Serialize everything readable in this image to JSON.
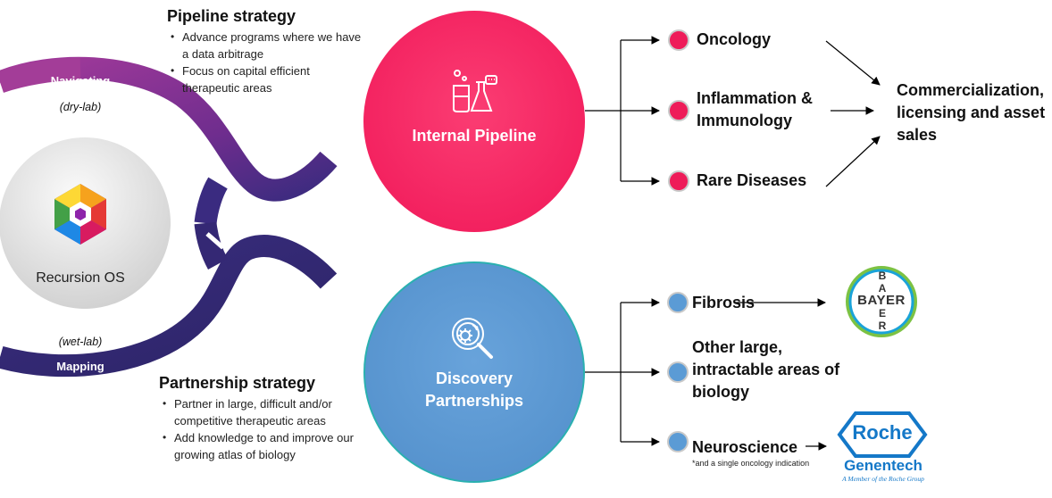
{
  "pipeline_strategy": {
    "title": "Pipeline strategy",
    "bullets": [
      "Advance programs where we have a data arbitrage",
      "Focus on capital efficient therapeutic areas"
    ]
  },
  "partnership_strategy": {
    "title": "Partnership strategy",
    "bullets": [
      "Partner in large, difficult and/or competitive therapeutic areas",
      "Add knowledge to and improve our growing atlas of biology"
    ]
  },
  "os_diagram": {
    "top_label": "Navigating",
    "top_note": "(dry-lab)",
    "bottom_label": "Mapping",
    "bottom_note": "(wet-lab)",
    "center_label": "Recursion OS"
  },
  "internal_pipeline": {
    "label": "Internal Pipeline",
    "color": "#fa2a64",
    "areas": [
      "Oncology",
      "Inflammation &",
      "Immunology",
      "Rare Diseases"
    ],
    "outcome_line1": "Commercialization,",
    "outcome_line2": "licensing and asset",
    "outcome_line3": "sales"
  },
  "discovery": {
    "label_line1": "Discovery",
    "label_line2": "Partnerships",
    "color": "#5b9bd5",
    "area_fibrosis": "Fibrosis",
    "area_other_1": "Other large,",
    "area_other_2": "intractable areas of",
    "area_other_3": "biology",
    "area_neuro": "Neuroscience",
    "neuro_footnote": "*and a single oncology indication"
  },
  "logos": {
    "bayer": "BAYER",
    "roche": "Roche",
    "genentech": "Genentech",
    "genentech_tagline": "A Member of the Roche Group"
  },
  "colors": {
    "navigating_arc": "#7b2d8e",
    "mapping_arc": "#35297a",
    "pink_dot": "#ee1c59",
    "blue_dot": "#5b9bd5"
  }
}
